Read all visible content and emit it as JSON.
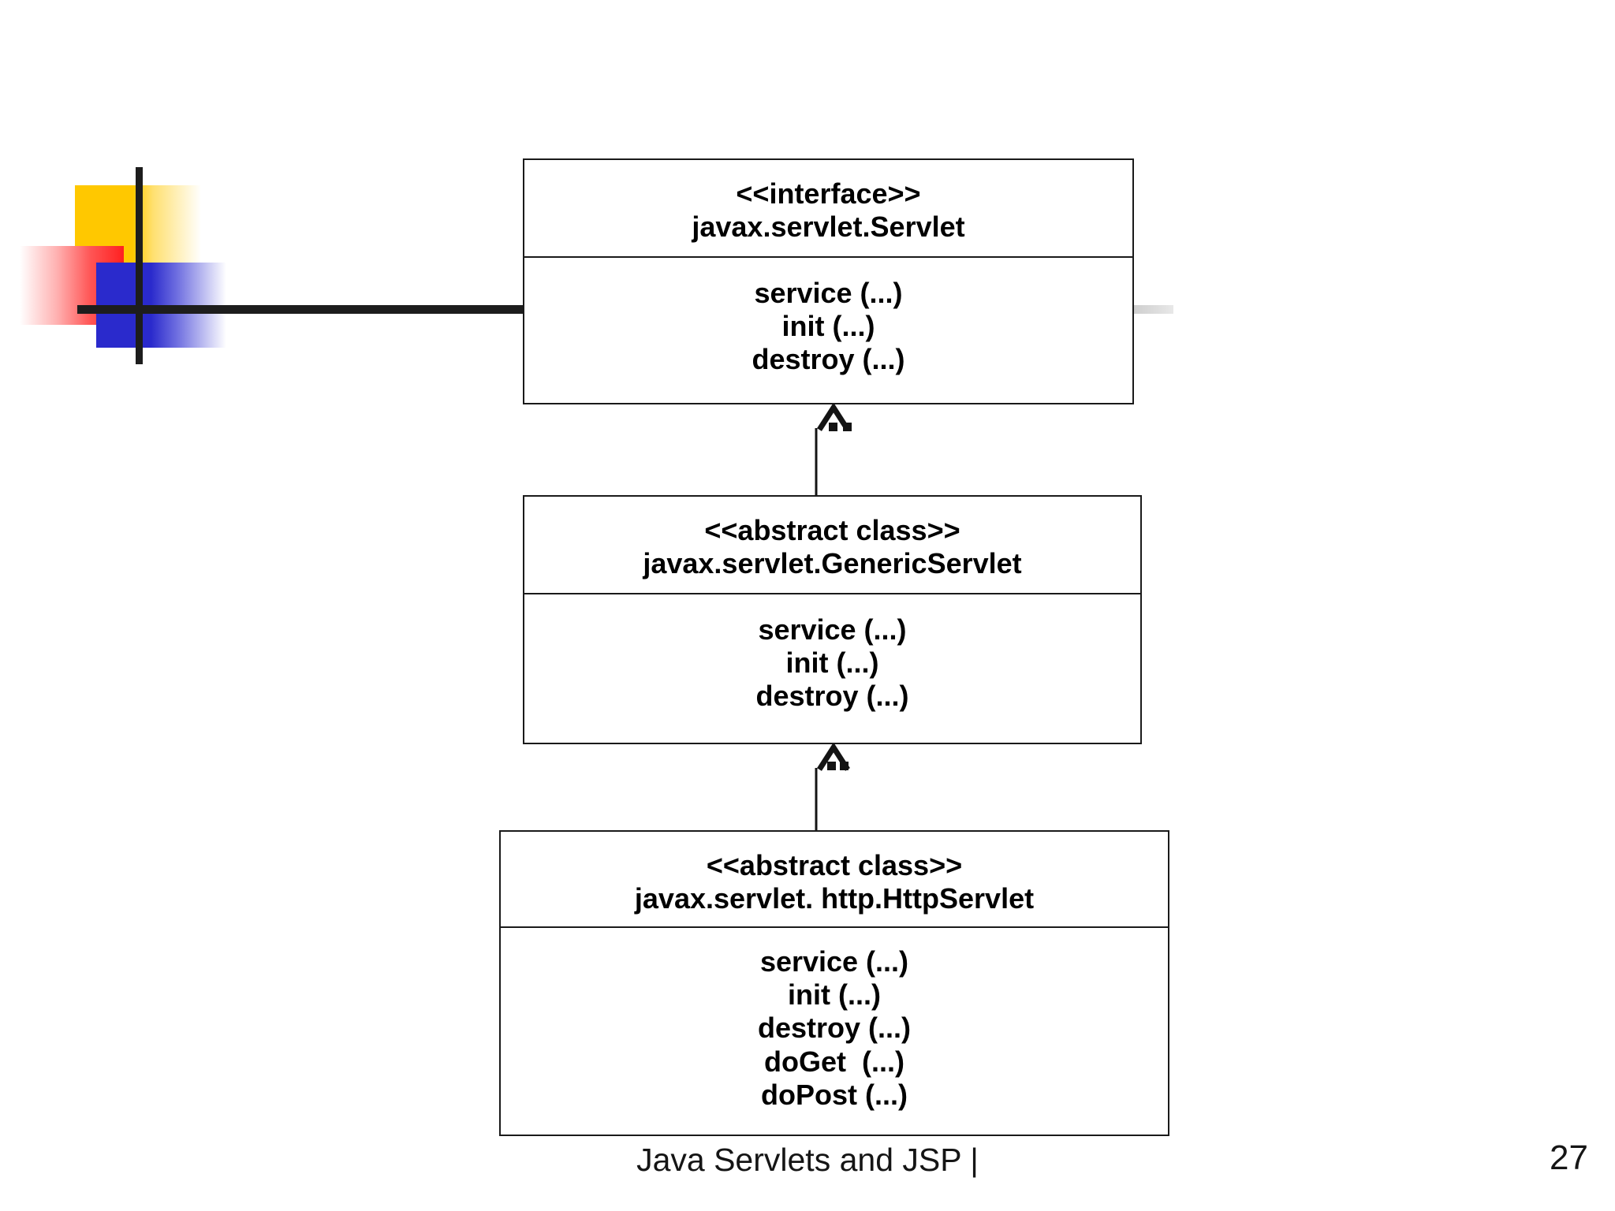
{
  "slide": {
    "footer_title": "Java Servlets and JSP |",
    "page_number": "27",
    "background_color": "#ffffff"
  },
  "logo": {
    "name": "decorative-squares-logo",
    "colors": {
      "yellow": "#FFC800",
      "red": "#FF2020",
      "blue": "#2A2ACC",
      "bar": "#1d1d1d"
    }
  },
  "diagram": {
    "type": "uml-class-diagram",
    "classes": [
      {
        "id": "servlet",
        "stereotype": "<<interface>>",
        "name": "javax.servlet.Servlet",
        "methods": [
          "service (...)",
          "init (...)",
          "destroy (...)"
        ]
      },
      {
        "id": "generic-servlet",
        "stereotype": "<<abstract class>>",
        "name": "javax.servlet.GenericServlet",
        "methods": [
          "service (...)",
          "init (...)",
          "destroy (...)"
        ]
      },
      {
        "id": "http-servlet",
        "stereotype": "<<abstract class>>",
        "name": "javax.servlet. http.HttpServlet",
        "methods": [
          "service (...)",
          "init (...)",
          "destroy (...)",
          "doGet  (...)",
          "doPost (...)"
        ]
      }
    ],
    "relations": [
      {
        "id": "rel-1",
        "from": "generic-servlet",
        "to": "servlet",
        "kind": "generalization-arrow-up"
      },
      {
        "id": "rel-2",
        "from": "http-servlet",
        "to": "generic-servlet",
        "kind": "generalization-arrow-up"
      }
    ]
  }
}
